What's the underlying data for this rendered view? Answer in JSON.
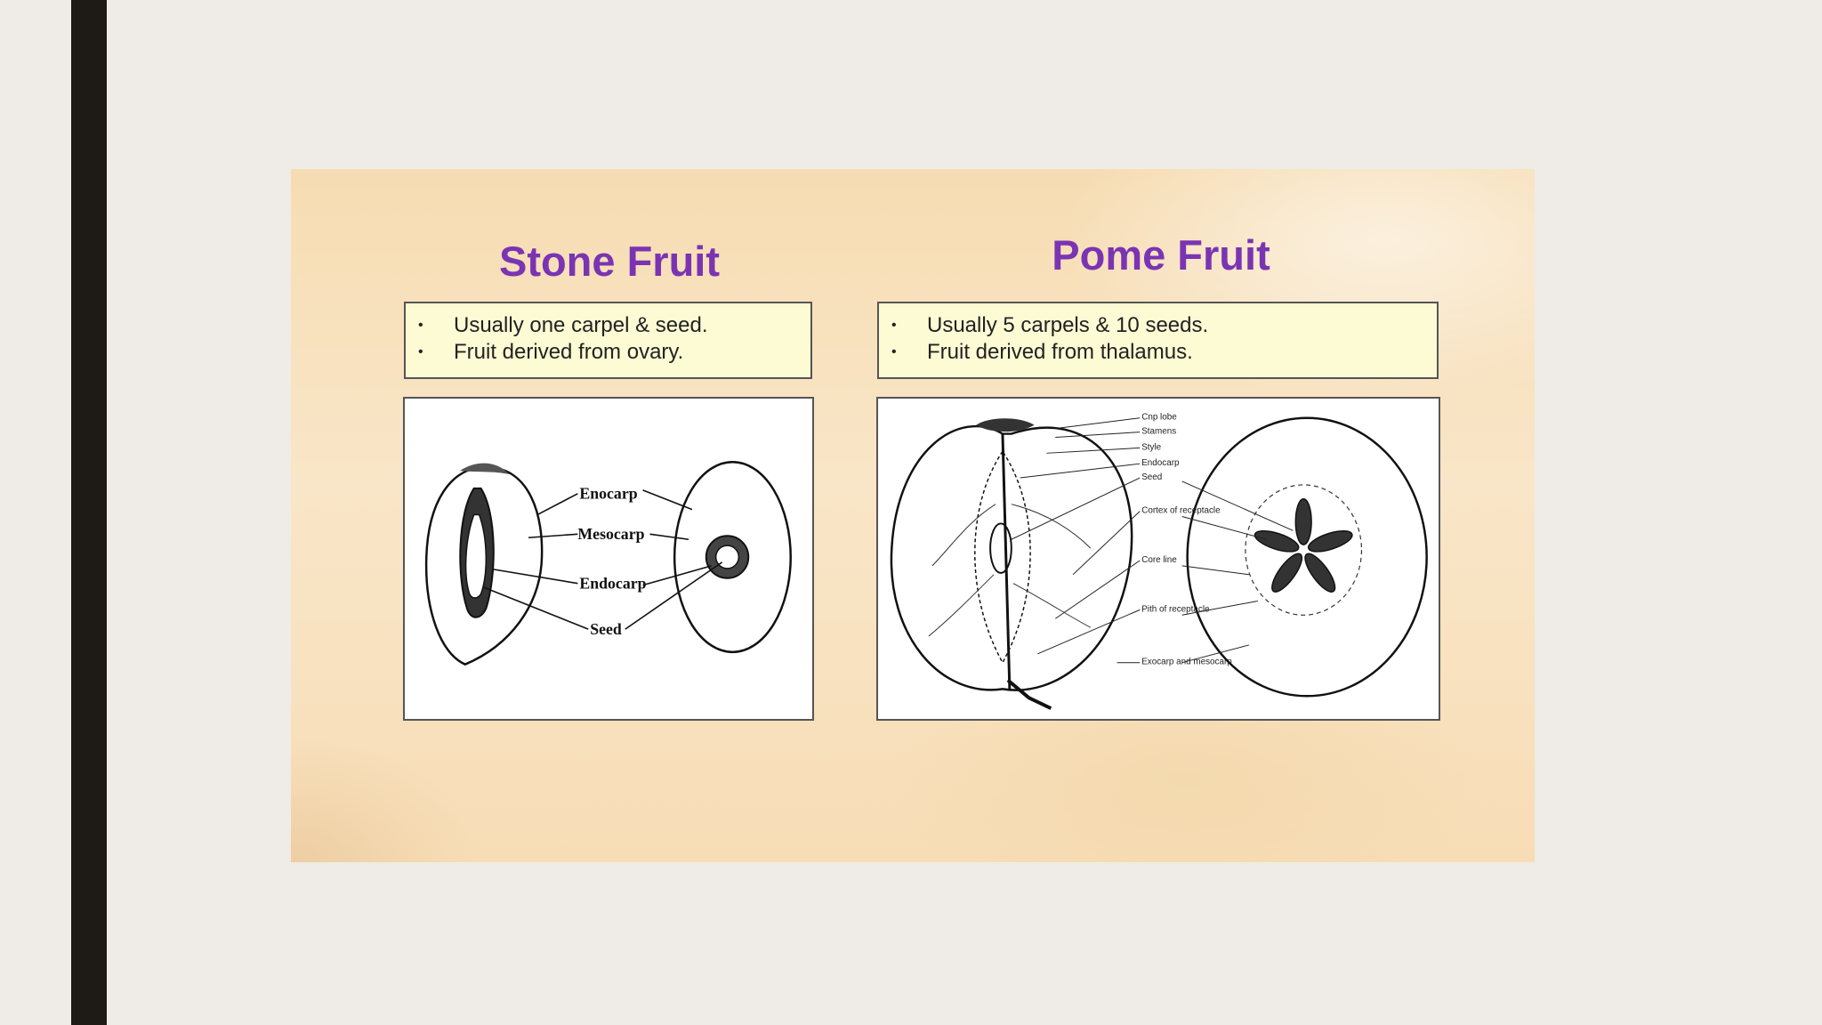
{
  "stone": {
    "title": "Stone Fruit",
    "bullets": [
      "Usually one carpel & seed.",
      "Fruit derived from ovary."
    ],
    "labels": {
      "epicarp": "Enocarp",
      "mesocarp": "Mesocarp",
      "endocarp": "Endocarp",
      "seed": "Seed"
    }
  },
  "pome": {
    "title": "Pome Fruit",
    "bullets": [
      "Usually 5 carpels & 10 seeds.",
      "Fruit derived from thalamus."
    ],
    "labels": [
      "Cnp lobe",
      "Stamens",
      "Style",
      "Endocarp",
      "Seed",
      "Cortex of receptacle",
      "Core line",
      "Pith of receptacle",
      "Exocarp and mesocarp"
    ]
  },
  "colors": {
    "title": "#7a34b3",
    "box": "#fcfbd4",
    "sidebar": "#1e1a16"
  }
}
